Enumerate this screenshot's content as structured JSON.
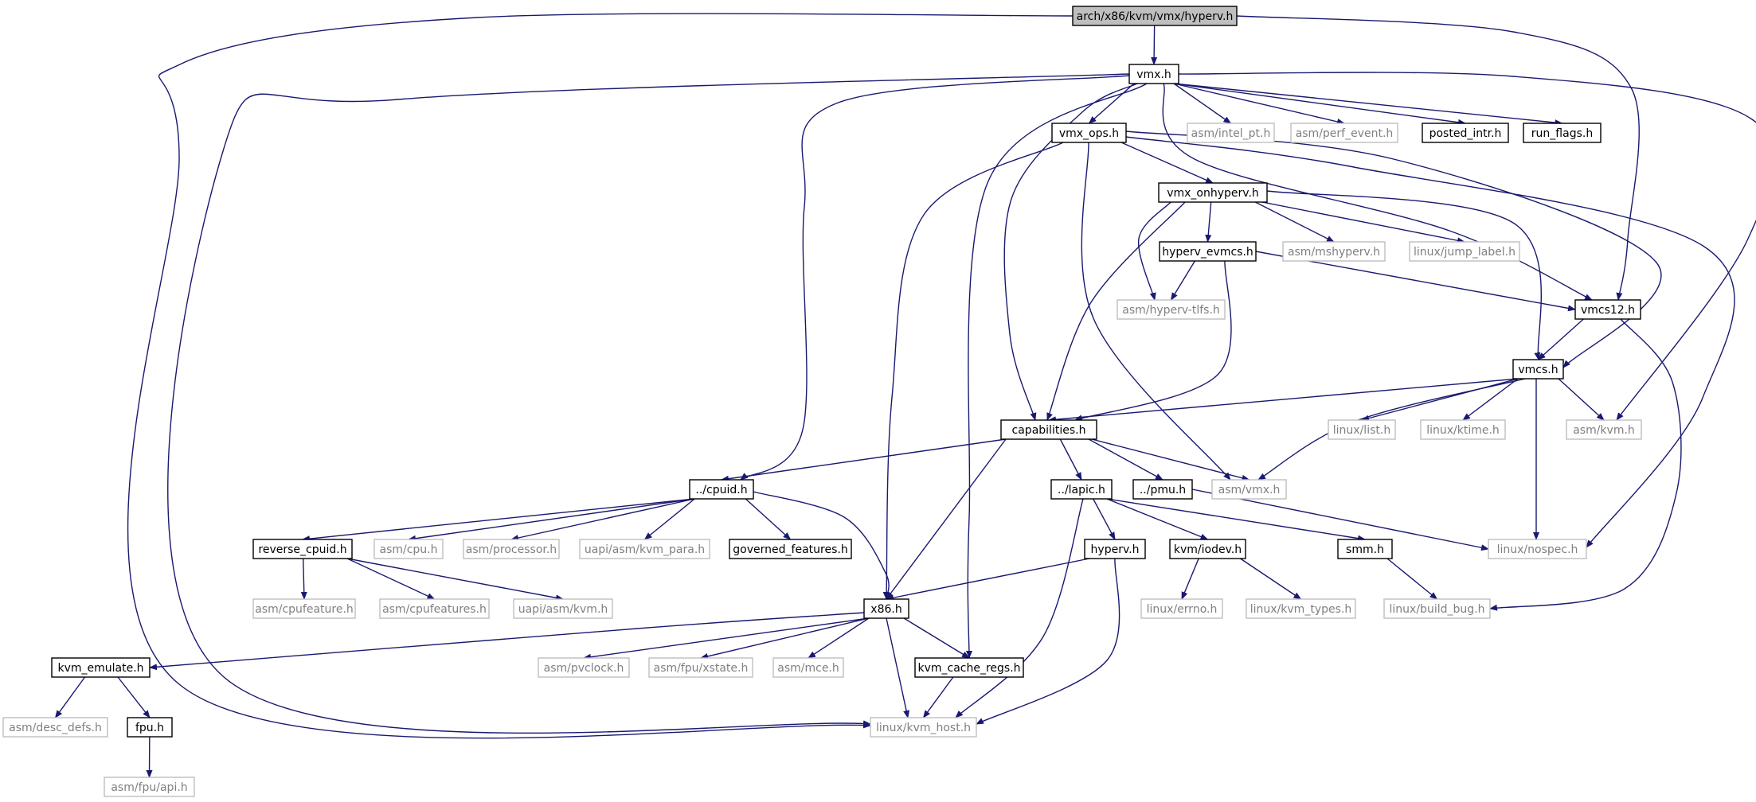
{
  "colors": {
    "edge": "#191970",
    "root_fill": "#bfbfbf",
    "doc_border": "#000000",
    "ext_border": "#bfbfbf",
    "ext_text": "#808080"
  },
  "nodes": [
    {
      "id": "root",
      "label": "arch/x86/kvm/vmx/hyperv.h",
      "kind": "root"
    },
    {
      "id": "vmx",
      "label": "vmx.h",
      "kind": "doc"
    },
    {
      "id": "vmx_ops",
      "label": "vmx_ops.h",
      "kind": "doc"
    },
    {
      "id": "intel_pt",
      "label": "asm/intel_pt.h",
      "kind": "ext"
    },
    {
      "id": "perf_event",
      "label": "asm/perf_event.h",
      "kind": "ext"
    },
    {
      "id": "posted_intr",
      "label": "posted_intr.h",
      "kind": "doc"
    },
    {
      "id": "run_flags",
      "label": "run_flags.h",
      "kind": "doc"
    },
    {
      "id": "vmx_onhyperv",
      "label": "vmx_onhyperv.h",
      "kind": "doc"
    },
    {
      "id": "hyperv_evmcs",
      "label": "hyperv_evmcs.h",
      "kind": "doc"
    },
    {
      "id": "mshyperv",
      "label": "asm/mshyperv.h",
      "kind": "ext"
    },
    {
      "id": "jump_label",
      "label": "linux/jump_label.h",
      "kind": "ext"
    },
    {
      "id": "hyperv_tlfs",
      "label": "asm/hyperv-tlfs.h",
      "kind": "ext"
    },
    {
      "id": "vmcs12",
      "label": "vmcs12.h",
      "kind": "doc"
    },
    {
      "id": "vmcs",
      "label": "vmcs.h",
      "kind": "doc"
    },
    {
      "id": "capabilities",
      "label": "capabilities.h",
      "kind": "doc"
    },
    {
      "id": "list",
      "label": "linux/list.h",
      "kind": "ext"
    },
    {
      "id": "ktime",
      "label": "linux/ktime.h",
      "kind": "ext"
    },
    {
      "id": "asm_kvm",
      "label": "asm/kvm.h",
      "kind": "ext"
    },
    {
      "id": "cpuid",
      "label": "../cpuid.h",
      "kind": "doc"
    },
    {
      "id": "lapic",
      "label": "../lapic.h",
      "kind": "doc"
    },
    {
      "id": "pmu",
      "label": "../pmu.h",
      "kind": "doc"
    },
    {
      "id": "asm_vmx",
      "label": "asm/vmx.h",
      "kind": "ext"
    },
    {
      "id": "reverse_cpuid",
      "label": "reverse_cpuid.h",
      "kind": "doc"
    },
    {
      "id": "asm_cpu",
      "label": "asm/cpu.h",
      "kind": "ext"
    },
    {
      "id": "processor",
      "label": "asm/processor.h",
      "kind": "ext"
    },
    {
      "id": "kvm_para",
      "label": "uapi/asm/kvm_para.h",
      "kind": "ext"
    },
    {
      "id": "governed",
      "label": "governed_features.h",
      "kind": "doc"
    },
    {
      "id": "hyperv",
      "label": "hyperv.h",
      "kind": "doc"
    },
    {
      "id": "iodev",
      "label": "kvm/iodev.h",
      "kind": "doc"
    },
    {
      "id": "smm",
      "label": "smm.h",
      "kind": "doc"
    },
    {
      "id": "nospec",
      "label": "linux/nospec.h",
      "kind": "ext"
    },
    {
      "id": "cpufeature",
      "label": "asm/cpufeature.h",
      "kind": "ext"
    },
    {
      "id": "cpufeatures",
      "label": "asm/cpufeatures.h",
      "kind": "ext"
    },
    {
      "id": "uapi_kvm",
      "label": "uapi/asm/kvm.h",
      "kind": "ext"
    },
    {
      "id": "x86",
      "label": "x86.h",
      "kind": "doc"
    },
    {
      "id": "errno",
      "label": "linux/errno.h",
      "kind": "ext"
    },
    {
      "id": "kvm_types",
      "label": "linux/kvm_types.h",
      "kind": "ext"
    },
    {
      "id": "build_bug",
      "label": "linux/build_bug.h",
      "kind": "ext"
    },
    {
      "id": "kvm_emulate",
      "label": "kvm_emulate.h",
      "kind": "doc"
    },
    {
      "id": "pvclock",
      "label": "asm/pvclock.h",
      "kind": "ext"
    },
    {
      "id": "xstate",
      "label": "asm/fpu/xstate.h",
      "kind": "ext"
    },
    {
      "id": "mce",
      "label": "asm/mce.h",
      "kind": "ext"
    },
    {
      "id": "kvm_cache_regs",
      "label": "kvm_cache_regs.h",
      "kind": "doc"
    },
    {
      "id": "desc_defs",
      "label": "asm/desc_defs.h",
      "kind": "ext"
    },
    {
      "id": "fpu",
      "label": "fpu.h",
      "kind": "doc"
    },
    {
      "id": "kvm_host",
      "label": "linux/kvm_host.h",
      "kind": "ext"
    },
    {
      "id": "fpu_api",
      "label": "asm/fpu/api.h",
      "kind": "ext"
    }
  ],
  "edges": [
    [
      "root",
      "vmx"
    ],
    [
      "root",
      "vmcs12"
    ],
    [
      "root",
      "kvm_host"
    ],
    [
      "vmx",
      "vmx_ops"
    ],
    [
      "vmx",
      "intel_pt"
    ],
    [
      "vmx",
      "perf_event"
    ],
    [
      "vmx",
      "posted_intr"
    ],
    [
      "vmx",
      "run_flags"
    ],
    [
      "vmx",
      "vmcs12"
    ],
    [
      "vmx",
      "asm_kvm"
    ],
    [
      "vmx",
      "capabilities"
    ],
    [
      "vmx",
      "cpuid"
    ],
    [
      "vmx",
      "kvm_cache_regs"
    ],
    [
      "vmx",
      "kvm_host"
    ],
    [
      "vmx_ops",
      "vmx_onhyperv"
    ],
    [
      "vmx_ops",
      "vmcs"
    ],
    [
      "vmx_ops",
      "asm_vmx"
    ],
    [
      "vmx_ops",
      "x86"
    ],
    [
      "vmx_ops",
      "nospec"
    ],
    [
      "vmx_onhyperv",
      "hyperv_evmcs"
    ],
    [
      "vmx_onhyperv",
      "mshyperv"
    ],
    [
      "vmx_onhyperv",
      "jump_label"
    ],
    [
      "vmx_onhyperv",
      "hyperv_tlfs"
    ],
    [
      "vmx_onhyperv",
      "vmcs"
    ],
    [
      "vmx_onhyperv",
      "capabilities"
    ],
    [
      "hyperv_evmcs",
      "hyperv_tlfs"
    ],
    [
      "hyperv_evmcs",
      "vmcs12"
    ],
    [
      "hyperv_evmcs",
      "capabilities"
    ],
    [
      "vmcs12",
      "vmcs"
    ],
    [
      "vmcs12",
      "build_bug"
    ],
    [
      "vmcs",
      "capabilities"
    ],
    [
      "vmcs",
      "list"
    ],
    [
      "vmcs",
      "ktime"
    ],
    [
      "vmcs",
      "asm_kvm"
    ],
    [
      "vmcs",
      "asm_vmx"
    ],
    [
      "vmcs",
      "nospec"
    ],
    [
      "capabilities",
      "cpuid"
    ],
    [
      "capabilities",
      "lapic"
    ],
    [
      "capabilities",
      "pmu"
    ],
    [
      "capabilities",
      "asm_vmx"
    ],
    [
      "capabilities",
      "x86"
    ],
    [
      "cpuid",
      "reverse_cpuid"
    ],
    [
      "cpuid",
      "asm_cpu"
    ],
    [
      "cpuid",
      "processor"
    ],
    [
      "cpuid",
      "kvm_para"
    ],
    [
      "cpuid",
      "governed"
    ],
    [
      "cpuid",
      "x86"
    ],
    [
      "reverse_cpuid",
      "cpufeature"
    ],
    [
      "reverse_cpuid",
      "cpufeatures"
    ],
    [
      "reverse_cpuid",
      "uapi_kvm"
    ],
    [
      "lapic",
      "hyperv"
    ],
    [
      "lapic",
      "iodev"
    ],
    [
      "lapic",
      "smm"
    ],
    [
      "lapic",
      "kvm_host"
    ],
    [
      "pmu",
      "nospec"
    ],
    [
      "hyperv",
      "x86"
    ],
    [
      "hyperv",
      "kvm_host"
    ],
    [
      "iodev",
      "errno"
    ],
    [
      "iodev",
      "kvm_types"
    ],
    [
      "smm",
      "build_bug"
    ],
    [
      "x86",
      "kvm_emulate"
    ],
    [
      "x86",
      "pvclock"
    ],
    [
      "x86",
      "xstate"
    ],
    [
      "x86",
      "mce"
    ],
    [
      "x86",
      "kvm_cache_regs"
    ],
    [
      "x86",
      "kvm_host"
    ],
    [
      "kvm_cache_regs",
      "kvm_host"
    ],
    [
      "kvm_emulate",
      "desc_defs"
    ],
    [
      "kvm_emulate",
      "fpu"
    ],
    [
      "fpu",
      "fpu_api"
    ]
  ]
}
